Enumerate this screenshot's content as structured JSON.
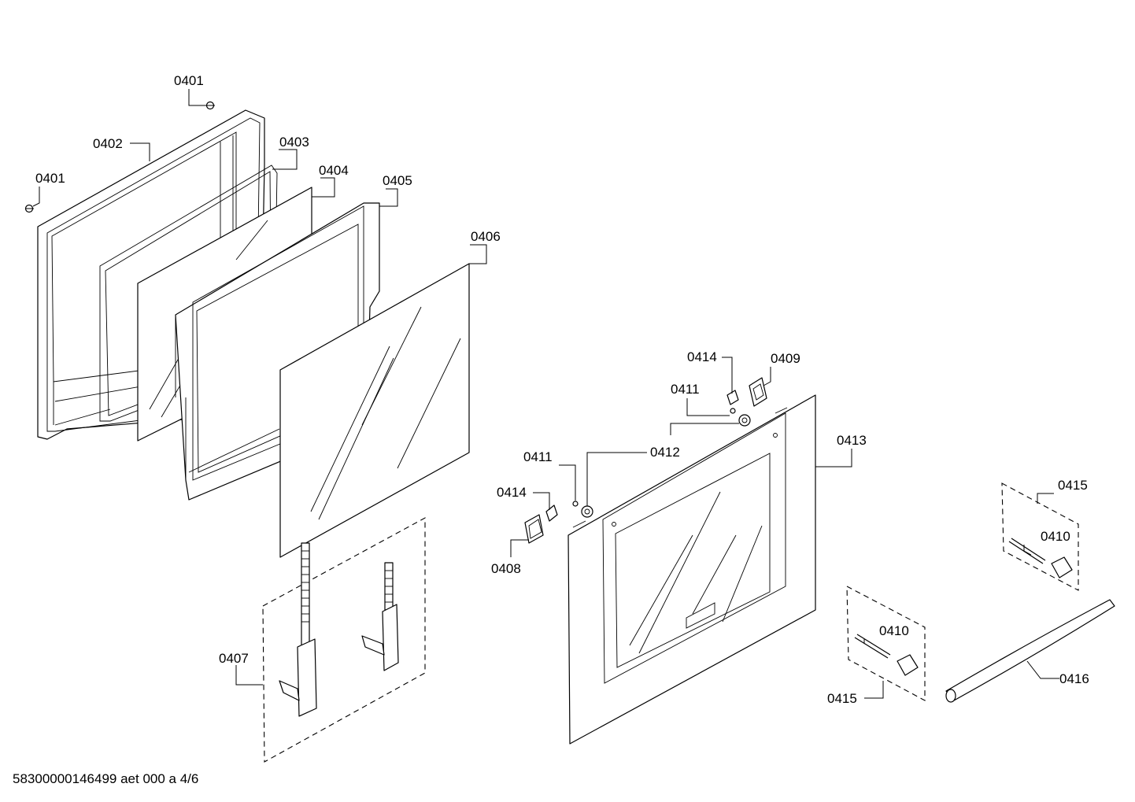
{
  "callouts": {
    "c0401a": "0401",
    "c0401b": "0401",
    "c0402": "0402",
    "c0403": "0403",
    "c0404": "0404",
    "c0405": "0405",
    "c0406": "0406",
    "c0407": "0407",
    "c0408": "0408",
    "c0409": "0409",
    "c0410a": "0410",
    "c0410b": "0410",
    "c0411a": "0411",
    "c0411b": "0411",
    "c0412": "0412",
    "c0413": "0413",
    "c0414a": "0414",
    "c0414b": "0414",
    "c0415a": "0415",
    "c0415b": "0415",
    "c0416": "0416"
  },
  "footer": "58300000146499 aet 000 a 4/6"
}
